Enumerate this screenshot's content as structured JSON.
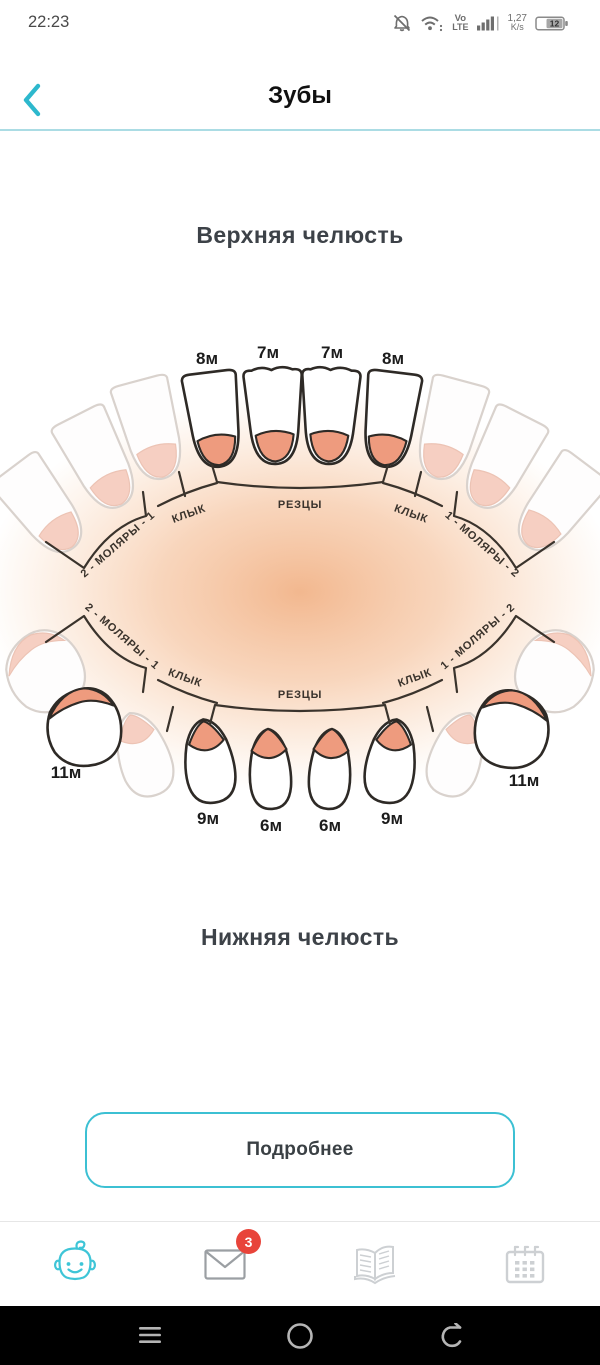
{
  "status_bar": {
    "time": "22:23",
    "volte_top": "Vo",
    "volte_bottom": "LTE",
    "net_speed_value": "1,27",
    "net_speed_unit": "K/s",
    "battery_level": "12"
  },
  "header": {
    "title": "Зубы"
  },
  "sections": {
    "upper_jaw_title": "Верхняя челюсть",
    "lower_jaw_title": "Нижняя челюсть"
  },
  "diagram": {
    "upper": {
      "months": [
        "8м",
        "7м",
        "7м",
        "8м"
      ],
      "molars_left": "2 - МОЛЯРЫ - 1",
      "canine_left": "КЛЫК",
      "incisors": "РЕЗЦЫ",
      "canine_right": "КЛЫК",
      "molars_right": "1 - МОЛЯРЫ - 2"
    },
    "lower": {
      "months": [
        "11м",
        "9м",
        "6м",
        "6м",
        "9м",
        "11м"
      ],
      "molars_left": "2 - МОЛЯРЫ - 1",
      "canine_left": "КЛЫК",
      "incisors": "РЕЗЦЫ",
      "canine_right": "КЛЫК",
      "molars_right": "1 - МОЛЯРЫ - 2"
    }
  },
  "details_button": {
    "label": "Подробнее"
  },
  "bottom_nav": {
    "messages_badge": "3"
  },
  "colors": {
    "accent_teal": "#3cc0d3",
    "badge_red": "#e8443a",
    "glow_peach": "#f2b78c",
    "gum_pink": "#ee9b7e"
  }
}
